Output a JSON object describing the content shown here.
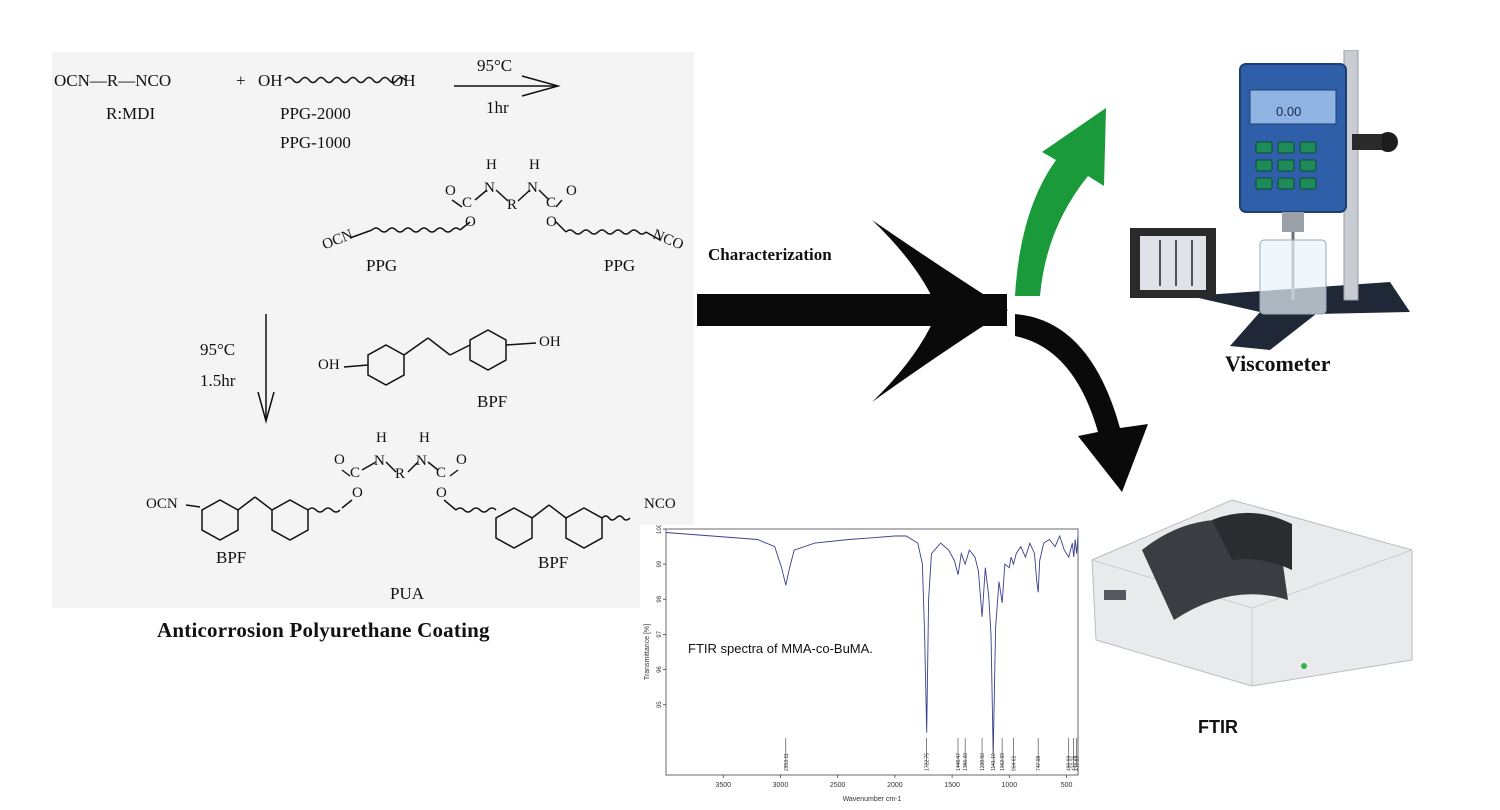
{
  "scheme": {
    "step1": {
      "reactant1": "OCN—R—NCO",
      "reactant1_label": "R:MDI",
      "plus": "+",
      "reactant2_left": "OH",
      "reactant2_right": "OH",
      "reactant2_labels": [
        "PPG-2000",
        "PPG-1000"
      ],
      "temperature": "95°C",
      "time": "1hr"
    },
    "prepolymer": {
      "end_left": "OCN",
      "end_right": "NCO",
      "center": "R",
      "nh": "H",
      "n": "N",
      "o": "O",
      "c": "C",
      "segment_labels": [
        "PPG",
        "PPG"
      ]
    },
    "step2": {
      "temperature": "95°C",
      "time": "1.5hr",
      "reagent_label": "BPF",
      "oh": "OH"
    },
    "product": {
      "end_left": "OCN",
      "end_right": "NCO",
      "center": "R",
      "segment_labels": [
        "BPF",
        "BPF"
      ],
      "name": "PUA"
    },
    "title": "Anticorrosion Polyurethane Coating"
  },
  "characterization_label": "Characterization",
  "instruments": {
    "viscometer_label": "Viscometer",
    "viscometer_display": "0.00",
    "ftir_label": "FTIR"
  },
  "colors": {
    "green_arrow": "#1a9a3a",
    "black_arrow": "#0a0a0a",
    "panel_bg": "#f4f4f4",
    "viscometer_body": "#2f5fa8",
    "spectrum_line": "#3b3f8f"
  },
  "chart_data": {
    "type": "line",
    "annotation": "FTIR spectra of MMA-co-BuMA.",
    "xlabel": "Wavenumber cm-1",
    "ylabel": "Transmittance [%]",
    "xlim": [
      4000,
      400
    ],
    "ylim": [
      93,
      100
    ],
    "x_ticks": [
      3500,
      3000,
      2500,
      2000,
      1500,
      1000,
      500
    ],
    "y_ticks": [
      95,
      96,
      97,
      98,
      99,
      100
    ],
    "peak_labels": [
      "2953.11",
      "1722.75",
      "1448.47",
      "1386.20",
      "1238.50",
      "1141.10",
      "1062.99",
      "964.61",
      "747.98",
      "480.93",
      "437.76",
      "412.83"
    ],
    "series": [
      {
        "x": [
          4000,
          3600,
          3200,
          3050,
          2990,
          2953,
          2920,
          2880,
          2700,
          2400,
          2200,
          2000,
          1900,
          1800,
          1760,
          1740,
          1722,
          1705,
          1680,
          1600,
          1530,
          1480,
          1448,
          1420,
          1386,
          1350,
          1300,
          1270,
          1238,
          1210,
          1180,
          1160,
          1141,
          1120,
          1090,
          1062,
          1040,
          1000,
          985,
          964,
          940,
          900,
          860,
          820,
          780,
          760,
          748,
          735,
          700,
          650,
          600,
          560,
          520,
          480,
          450,
          437,
          425,
          412,
          400
        ],
        "y": [
          99.9,
          99.8,
          99.7,
          99.5,
          98.9,
          98.4,
          98.9,
          99.4,
          99.6,
          99.7,
          99.75,
          99.8,
          99.8,
          99.6,
          99.0,
          97.0,
          94.2,
          98.0,
          99.3,
          99.6,
          99.4,
          99.1,
          98.7,
          99.3,
          99.0,
          99.4,
          99.2,
          98.8,
          97.5,
          98.9,
          98.1,
          97.0,
          93.6,
          97.2,
          98.5,
          97.9,
          99.0,
          98.9,
          99.2,
          99.0,
          99.3,
          99.5,
          99.2,
          99.6,
          99.3,
          98.5,
          98.2,
          99.1,
          99.6,
          99.7,
          99.5,
          99.8,
          99.4,
          99.2,
          99.6,
          99.2,
          99.7,
          99.3,
          99.8
        ]
      }
    ]
  }
}
